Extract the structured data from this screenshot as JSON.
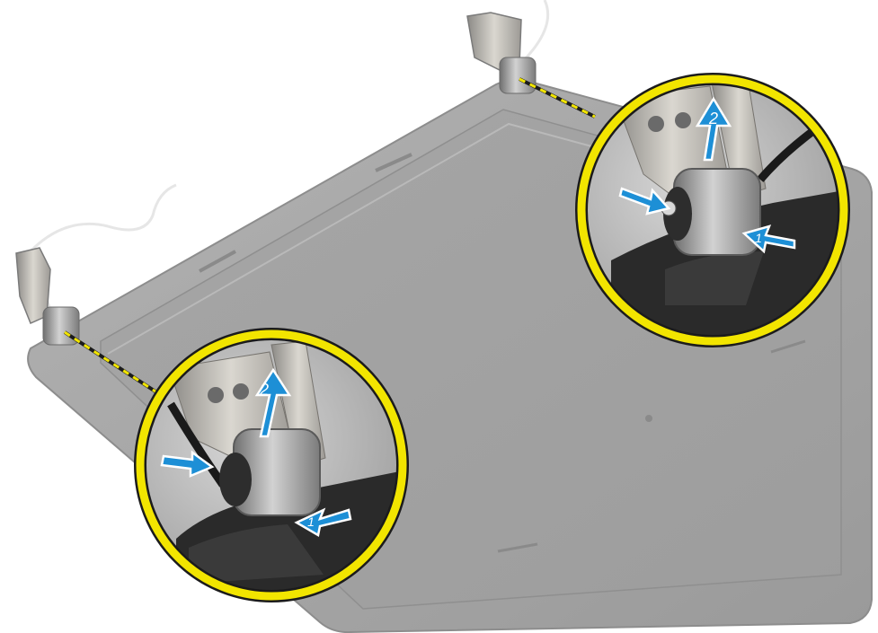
{
  "diagram": {
    "callouts": [
      {
        "name": "left-hinge-callout",
        "steps": [
          {
            "num": "1"
          },
          {
            "num": "2"
          }
        ]
      },
      {
        "name": "right-hinge-callout",
        "steps": [
          {
            "num": "1"
          },
          {
            "num": "2"
          }
        ]
      }
    ]
  },
  "colors": {
    "bezel": "#a3a3a3",
    "bezel_edge": "#8d8d8d",
    "bezel_inner": "#9b9b9b",
    "callout_ring": "#f2e500",
    "arrow": "#1d8fd6",
    "hinge": "#cfcfcf",
    "plastic": "#2a2a2a"
  }
}
